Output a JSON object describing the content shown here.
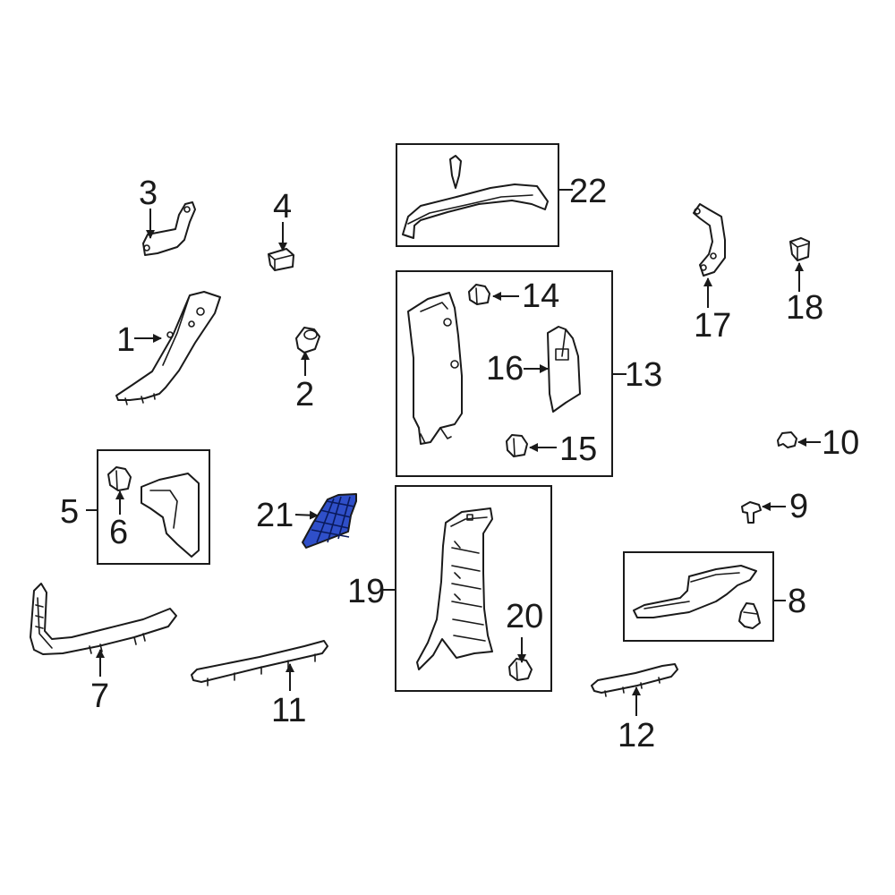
{
  "highlight_color": "#2f4fc9",
  "callouts": {
    "c1": "1",
    "c2": "2",
    "c3": "3",
    "c4": "4",
    "c5": "5",
    "c6": "6",
    "c7": "7",
    "c8": "8",
    "c9": "9",
    "c10": "10",
    "c11": "11",
    "c12": "12",
    "c13": "13",
    "c14": "14",
    "c15": "15",
    "c16": "16",
    "c17": "17",
    "c18": "18",
    "c19": "19",
    "c20": "20",
    "c21": "21",
    "c22": "22"
  }
}
